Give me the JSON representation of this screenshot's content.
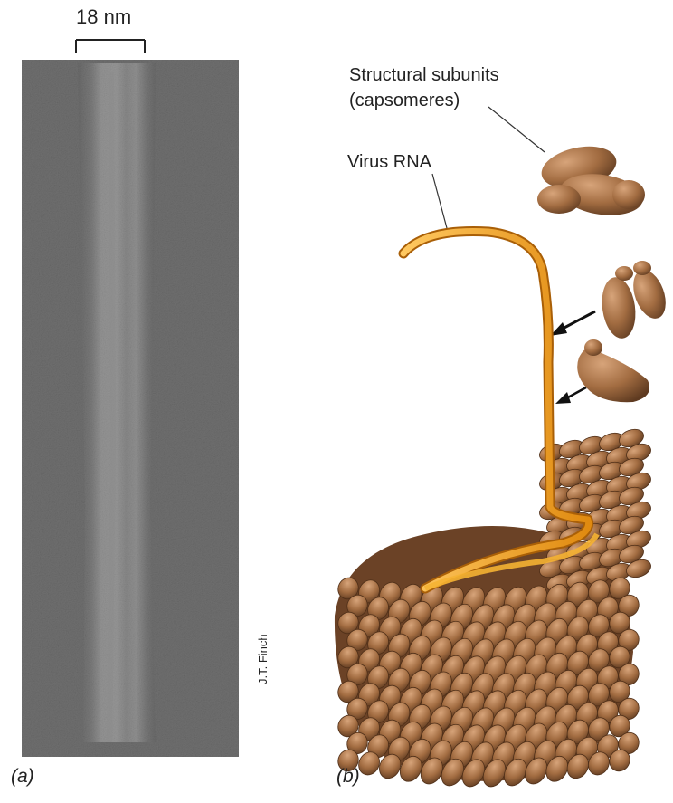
{
  "scale_bar": {
    "label": "18 nm"
  },
  "panel_a": {
    "caption": "(a)",
    "credit": "J.T. Finch"
  },
  "panel_b": {
    "caption": "(b)",
    "label_subunits_line1": "Structural subunits",
    "label_subunits_line2": "(capsomeres)",
    "label_rna": "Virus RNA"
  },
  "colors": {
    "capsomere": "#a26c41",
    "capsomere_dark": "#6b4226",
    "rna": "#f0a020",
    "micrograph_bg": "#5a5a5a"
  }
}
